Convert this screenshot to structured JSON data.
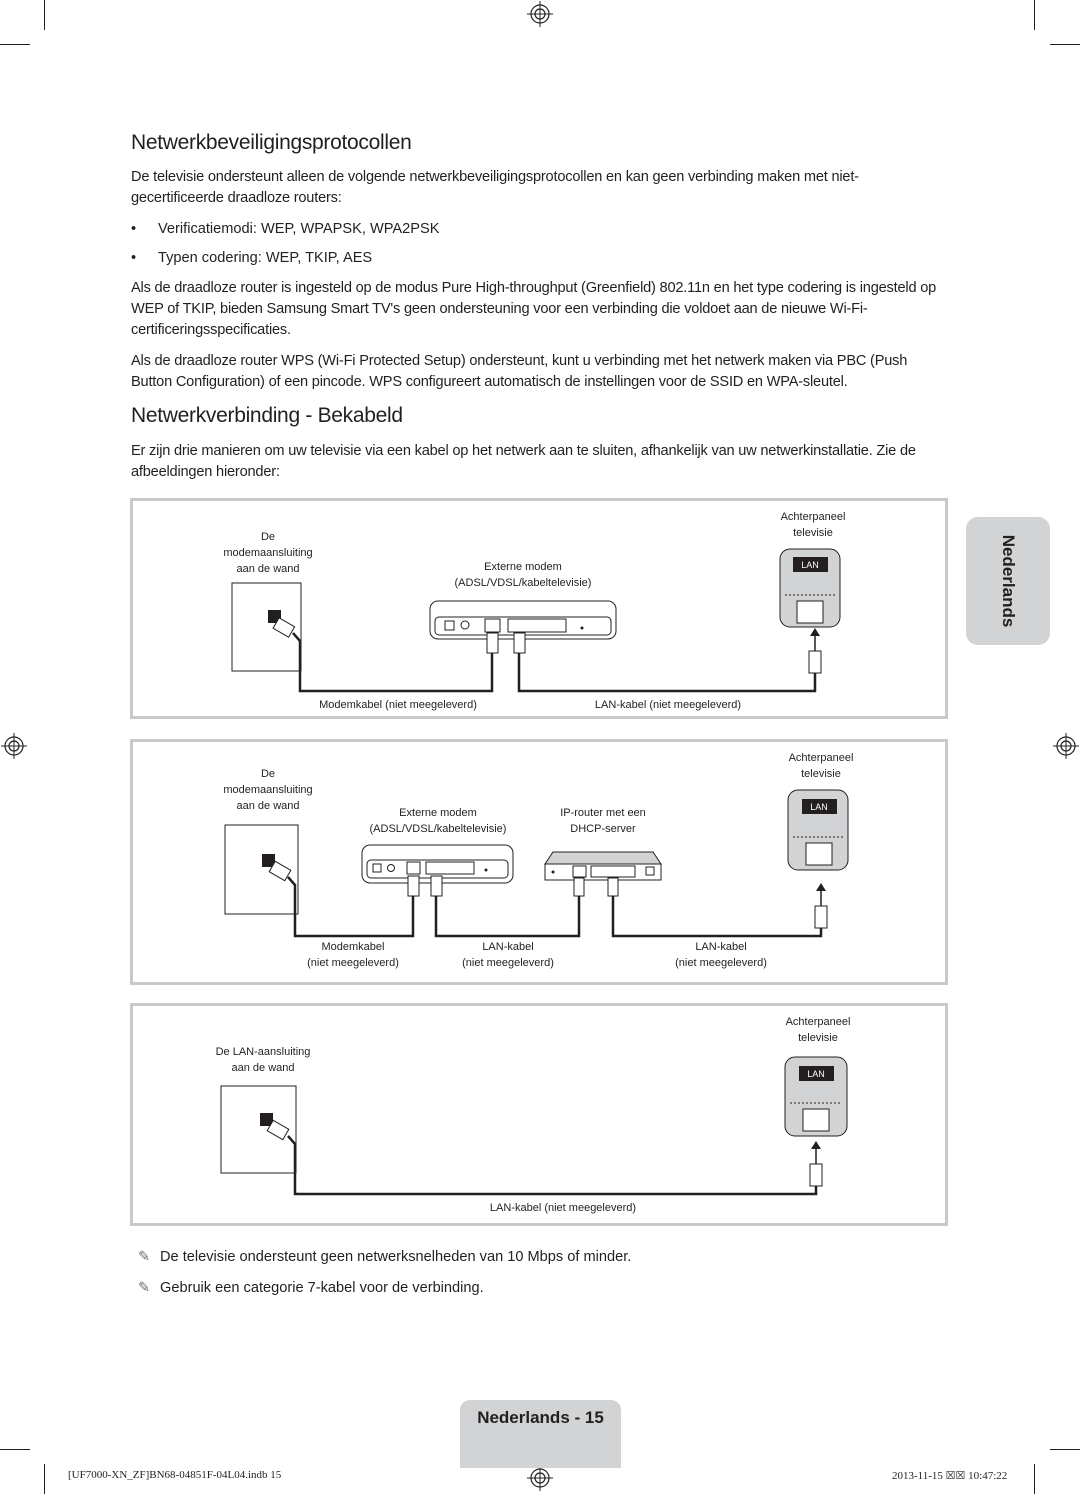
{
  "section1": {
    "heading": "Netwerkbeveiligingsprotocollen",
    "intro": "De televisie ondersteunt alleen de volgende netwerkbeveiligingsprotocollen en kan geen verbinding maken met niet-gecertificeerde draadloze routers:",
    "bullets": [
      "Verificatiemodi: WEP, WPAPSK, WPA2PSK",
      "Typen codering: WEP, TKIP, AES"
    ],
    "para2": "Als de draadloze router is ingesteld op de modus Pure High-throughput (Greenfield) 802.11n en het type codering is ingesteld op WEP of TKIP, bieden Samsung Smart TV's geen ondersteuning voor een verbinding die voldoet aan de nieuwe Wi-Fi-certificeringsspecificaties.",
    "para3": "Als de draadloze router WPS (Wi-Fi Protected Setup) ondersteunt, kunt u verbinding met het netwerk maken via PBC (Push Button Configuration) of een pincode. WPS configureert automatisch de instellingen voor de SSID en WPA-sleutel."
  },
  "section2": {
    "heading": "Netwerkverbinding - Bekabeld",
    "intro": "Er zijn drie manieren om uw televisie via een kabel op het netwerk aan te sluiten, afhankelijk van uw netwerkinstallatie. Zie de afbeeldingen hieronder:"
  },
  "diagram1": {
    "wall": "De\nmodemaansluiting\naan de wand",
    "modem": "Externe modem\n(ADSL/VDSL/kabeltelevisie)",
    "tv": "Achterpaneel\ntelevisie",
    "lan": "LAN",
    "cable1": "Modemkabel (niet meegeleverd)",
    "cable2": "LAN-kabel (niet meegeleverd)"
  },
  "diagram2": {
    "wall": "De\nmodemaansluiting\naan de wand",
    "modem": "Externe modem\n(ADSL/VDSL/kabeltelevisie)",
    "router": "IP-router met een\nDHCP-server",
    "tv": "Achterpaneel\ntelevisie",
    "lan": "LAN",
    "cable1": "Modemkabel\n(niet meegeleverd)",
    "cable2": "LAN-kabel\n(niet meegeleverd)",
    "cable3": "LAN-kabel\n(niet meegeleverd)"
  },
  "diagram3": {
    "wall": "De LAN-aansluiting\naan de wand",
    "tv": "Achterpaneel\ntelevisie",
    "lan": "LAN",
    "cable1": "LAN-kabel (niet meegeleverd)"
  },
  "notes": [
    "De televisie ondersteunt geen netwerksnelheden van 10 Mbps of minder.",
    "Gebruik een categorie 7-kabel voor de verbinding."
  ],
  "side_tab": "Nederlands",
  "page_label": "Nederlands - 15",
  "footer": {
    "left": "[UF7000-XN_ZF]BN68-04851F-04L04.indb   15",
    "right": "2013-11-15   ☒☒ 10:47:22"
  },
  "icons": [
    "registration-mark-icon",
    "pencil-note-icon",
    "lan-port-icon"
  ]
}
